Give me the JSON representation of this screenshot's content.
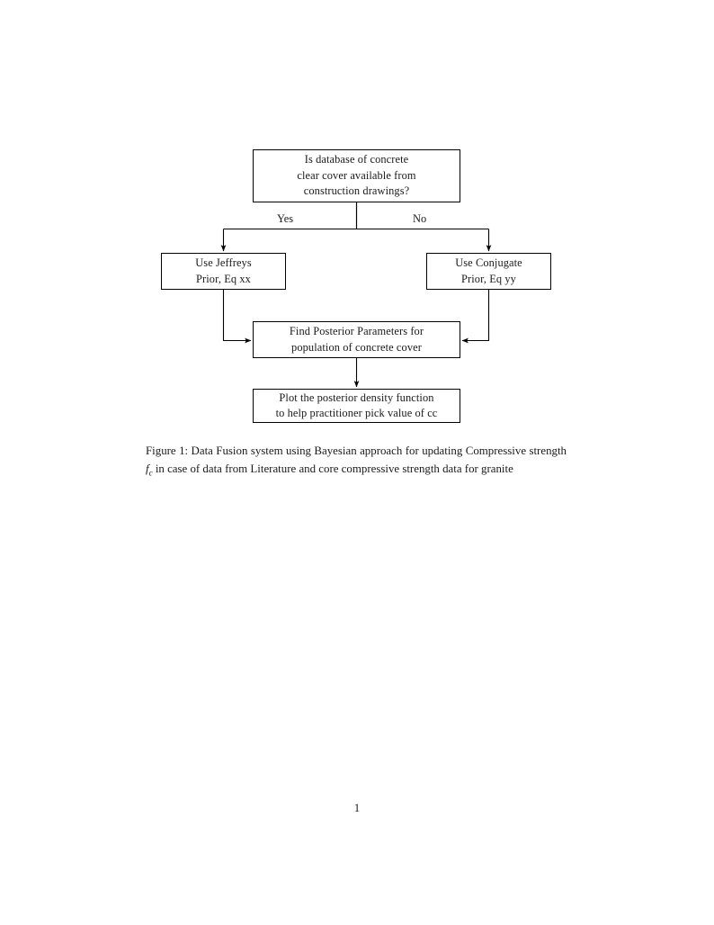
{
  "document": {
    "page_number": "1"
  },
  "figure": {
    "nodes": [
      {
        "id": "decision",
        "lines": [
          "Is database of concrete",
          "clear cover available from",
          "construction drawings?"
        ]
      },
      {
        "id": "jeffreys",
        "lines": [
          "Use Jeffreys",
          "Prior, Eq xx"
        ]
      },
      {
        "id": "conjugate",
        "lines": [
          "Use Conjugate",
          "Prior, Eq yy"
        ]
      },
      {
        "id": "posterior",
        "lines": [
          "Find Posterior Parameters for",
          "population of concrete cover"
        ]
      },
      {
        "id": "plot",
        "lines": [
          "Plot the posterior density function",
          "to help practitioner pick value of cc"
        ]
      }
    ],
    "edge_labels": {
      "yes": "Yes",
      "no": "No"
    },
    "stroke_color": "#000000"
  },
  "caption": {
    "label": "Figure 1:",
    "text_before_math": " Data Fusion system using Bayesian approach for updating Compressive strength ",
    "math_symbol": "f",
    "math_subscript": "c",
    "text_after_math": " in case of data from Literature and core compressive strength data for granite"
  }
}
